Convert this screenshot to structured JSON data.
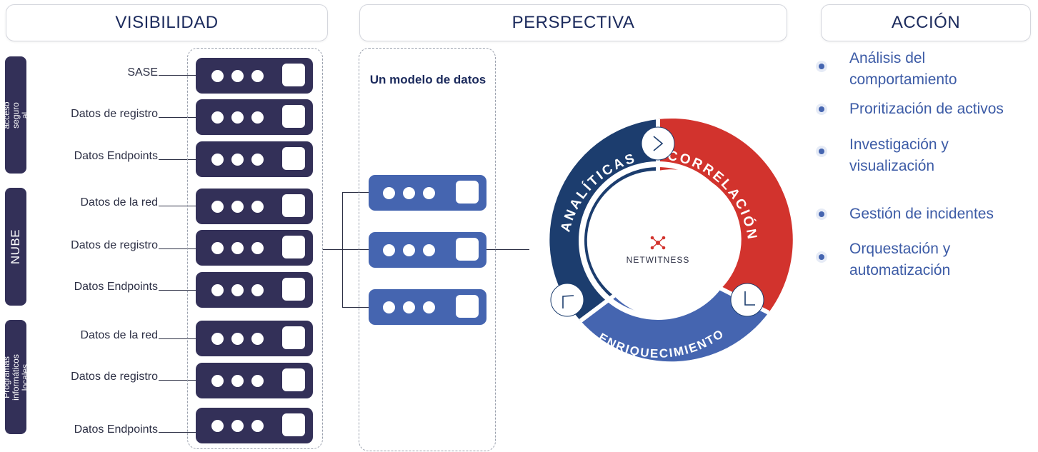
{
  "headers": {
    "visibilidad": "VISIBILIDAD",
    "perspectiva": "PERSPECTIVA",
    "accion": "ACCIÓN"
  },
  "groups": {
    "sase": "Servicio de acceso seguro al borde (SASE)",
    "nube": "NUBE",
    "locales": "Programas informáticos locales"
  },
  "sources": [
    "SASE",
    "Datos de registro",
    "Datos  Endpoints",
    "Datos de la red",
    "Datos de registro",
    "Datos  Endpoints",
    "Datos de la red",
    "Datos de registro",
    "Datos  Endpoints"
  ],
  "model_label": "Un modelo de datos",
  "wheel": {
    "analiticas": "ANALÍTICAS",
    "correlacion": "CORRELACIÓN",
    "enriquecimiento": "ENRIQUECIMIENTO",
    "center_brand": "NETWITNESS",
    "colors": {
      "analiticas": "#1c3d6e",
      "correlacion": "#d2332d",
      "enriquecimiento": "#4565b0"
    }
  },
  "actions": [
    "Análisis del comportamiento",
    "Proritización de activos",
    "Investigación y visualización",
    "Gestión de incidentes",
    "Orquestación y automatización"
  ],
  "icons": {
    "arrow_top": "chevron-right-icon",
    "arrow_left": "chevron-up-left-icon",
    "arrow_right": "chevron-down-right-icon",
    "brand": "netwitness-network-icon"
  }
}
